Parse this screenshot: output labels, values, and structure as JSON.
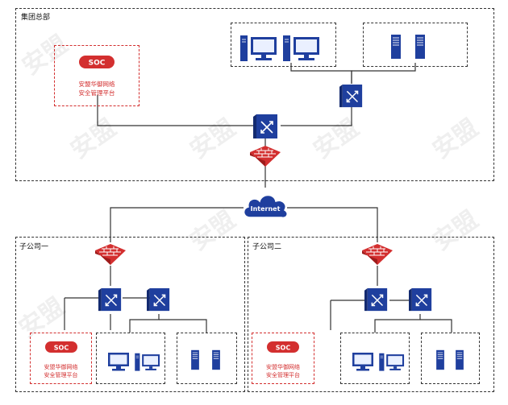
{
  "hq": {
    "label": "集团总部"
  },
  "branch1": {
    "label": "子公司一"
  },
  "branch2": {
    "label": "子公司二"
  },
  "soc": {
    "badge": "SOC",
    "line1": "安盟华御网络",
    "line2": "安全管理平台"
  },
  "internet": {
    "label": "Internet"
  },
  "colors": {
    "accent": "#1f3f9e",
    "firewall": "#d32f2f",
    "soc": "#d32f2f",
    "line": "#333333"
  }
}
